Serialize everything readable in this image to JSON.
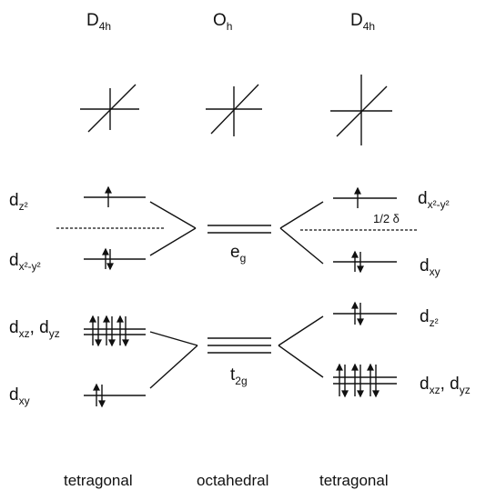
{
  "headers": {
    "left": {
      "main": "D",
      "sub": "4h"
    },
    "center": {
      "main": "O",
      "sub": "h"
    },
    "right": {
      "main": "D",
      "sub": "4h"
    }
  },
  "left": {
    "dz2": {
      "main": "d",
      "sub": "z²"
    },
    "dx2y2": {
      "main": "d",
      "sub": "x²-y²"
    },
    "dxz_dyz": {
      "main1": "d",
      "sub1": "xz",
      "sep": ", d",
      "sub2": "yz"
    },
    "dxy": {
      "main": "d",
      "sub": "xy"
    }
  },
  "center": {
    "eg": {
      "main": "e",
      "sub": "g"
    },
    "t2g": {
      "main": "t",
      "sub": "2g"
    }
  },
  "right": {
    "dx2y2": {
      "main": "d",
      "sub": "x²-y²"
    },
    "delta": "1/2 δ",
    "dxy": {
      "main": "d",
      "sub": "xy"
    },
    "dz2": {
      "main": "d",
      "sub": "z²"
    },
    "dxz_dyz": {
      "main1": "d",
      "sub1": "xz",
      "sep": ", d",
      "sub2": "yz"
    }
  },
  "footer": {
    "left": "tetragonal",
    "center": "octahedral",
    "right": "tetragonal"
  }
}
